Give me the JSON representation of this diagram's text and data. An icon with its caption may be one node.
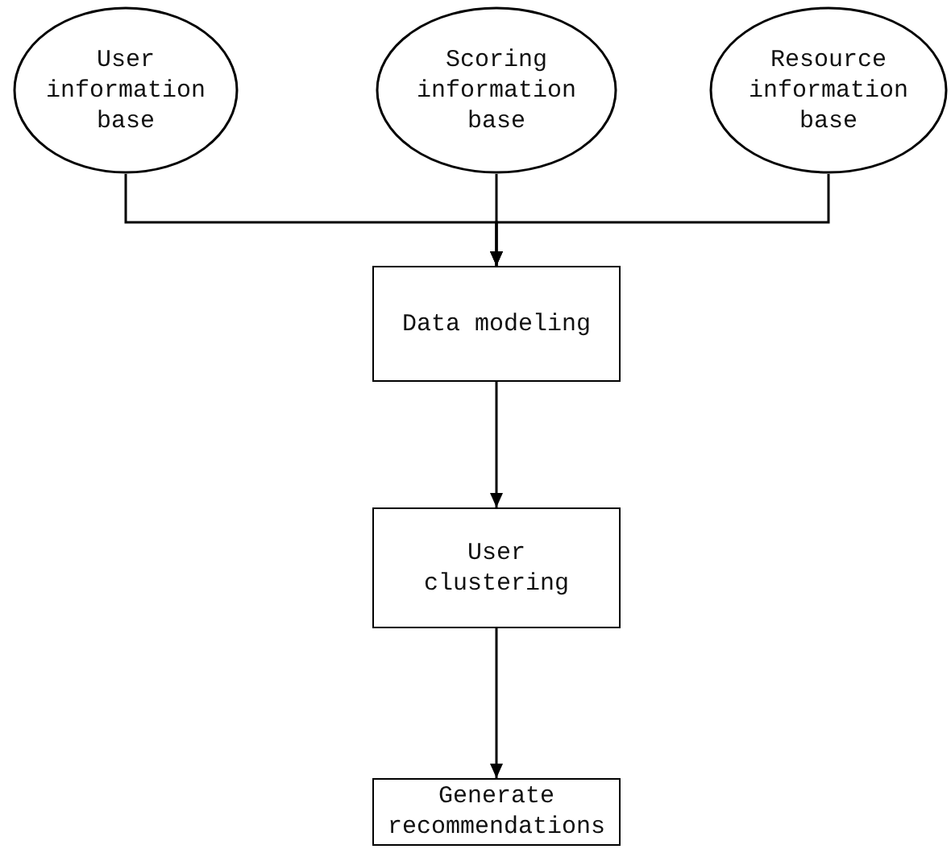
{
  "diagram": {
    "nodes": [
      {
        "text": [
          "User information base"
        ]
      },
      {
        "text": [
          "Scoring information base"
        ]
      },
      {
        "text": [
          "Resource information base"
        ]
      },
      {
        "text": [
          "Data modeling"
        ]
      },
      {
        "text": [
          "User clustering"
        ]
      },
      {
        "text": [
          "Generate recommendations"
        ]
      }
    ],
    "edges": [
      {
        "from": 0,
        "to": 3,
        "arrow": "to"
      },
      {
        "from": 1,
        "to": 3,
        "arrow": "to"
      },
      {
        "from": 2,
        "to": 3,
        "arrow": "to"
      },
      {
        "from": 3,
        "to": 4,
        "arrow": "to"
      },
      {
        "from": 4,
        "to": 5,
        "arrow": "to"
      }
    ]
  }
}
